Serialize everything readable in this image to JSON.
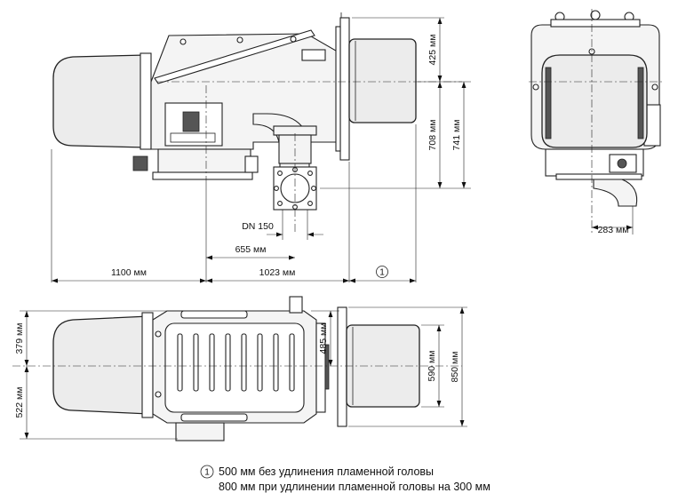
{
  "dimensions": {
    "d_425": "425 мм",
    "d_708": "708 мм",
    "d_741": "741 мм",
    "d_283": "283 мм",
    "d_dn150": "DN 150",
    "d_655": "655 мм",
    "d_1100": "1100 мм",
    "d_1023": "1023 мм",
    "d_379": "379 мм",
    "d_522": "522 мм",
    "d_485": "485 мм",
    "d_590": "590 мм",
    "d_850": "850 мм"
  },
  "callout": {
    "number": "1"
  },
  "notes": {
    "line1": "500 мм без удлинения пламенной головы",
    "line2": "800 мм при удлинении пламенной головы на 300 мм"
  }
}
